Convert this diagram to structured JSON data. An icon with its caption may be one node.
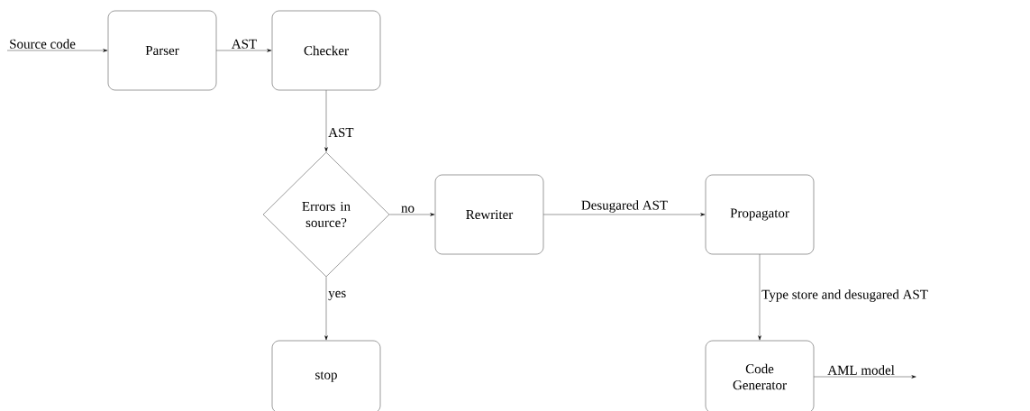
{
  "diagram": {
    "nodes": [
      {
        "text": [
          "Parser"
        ]
      },
      {
        "text": [
          "Checker"
        ]
      },
      {
        "text": [
          "Errors in source?"
        ]
      },
      {
        "text": [
          "Rewriter"
        ]
      },
      {
        "text": [
          "Propagator"
        ]
      },
      {
        "text": [
          "stop"
        ]
      },
      {
        "text": [
          "Code Generator"
        ]
      }
    ],
    "edges": [
      {
        "from": null,
        "to": 0,
        "arrow": "to",
        "label": "Source code"
      },
      {
        "from": 0,
        "to": 1,
        "arrow": "to",
        "label": "AST"
      },
      {
        "from": 1,
        "to": 2,
        "arrow": "to",
        "label": "AST"
      },
      {
        "from": 2,
        "to": 3,
        "arrow": "to",
        "label": "no"
      },
      {
        "from": 3,
        "to": 4,
        "arrow": "to",
        "label": "Desugared AST"
      },
      {
        "from": 2,
        "to": 5,
        "arrow": "to",
        "label": "yes"
      },
      {
        "from": 4,
        "to": 6,
        "arrow": "to",
        "label": "Type store and desugared AST"
      },
      {
        "from": 6,
        "to": null,
        "arrow": "to",
        "label": "AML model"
      }
    ]
  }
}
